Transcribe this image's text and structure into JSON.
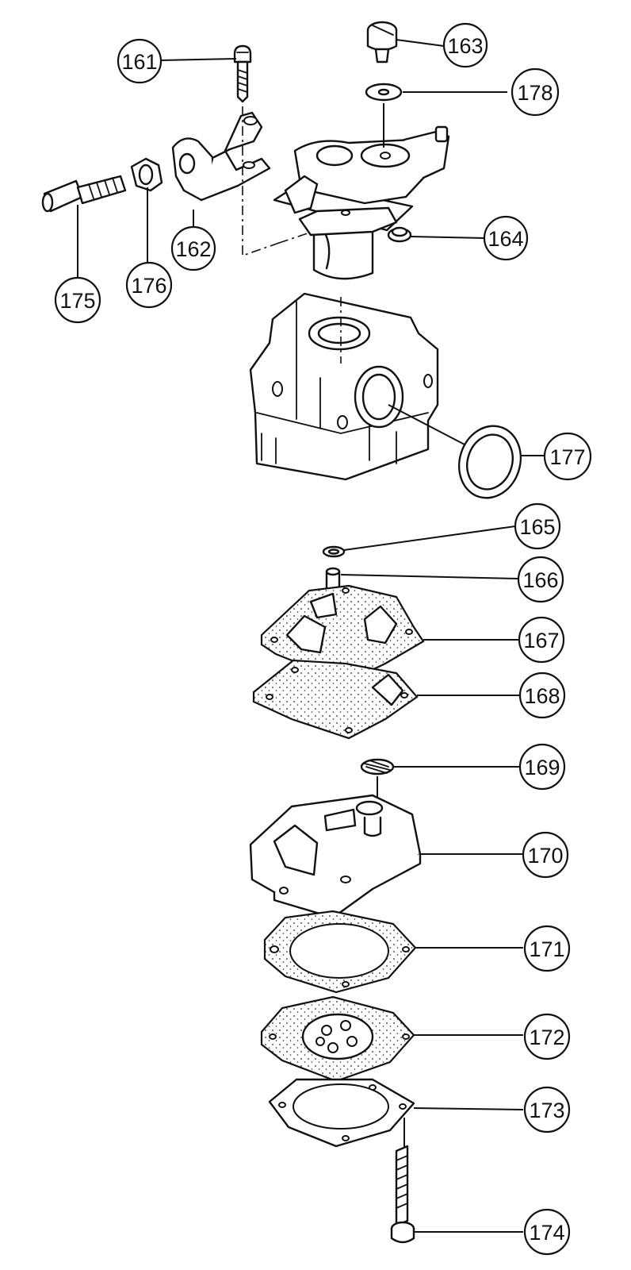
{
  "diagram": {
    "callouts": [
      {
        "id": "161",
        "label": "161"
      },
      {
        "id": "162",
        "label": "162"
      },
      {
        "id": "163",
        "label": "163"
      },
      {
        "id": "164",
        "label": "164"
      },
      {
        "id": "165",
        "label": "165"
      },
      {
        "id": "166",
        "label": "166"
      },
      {
        "id": "167",
        "label": "167"
      },
      {
        "id": "168",
        "label": "168"
      },
      {
        "id": "169",
        "label": "169"
      },
      {
        "id": "170",
        "label": "170"
      },
      {
        "id": "171",
        "label": "171"
      },
      {
        "id": "172",
        "label": "172"
      },
      {
        "id": "173",
        "label": "173"
      },
      {
        "id": "174",
        "label": "174"
      },
      {
        "id": "175",
        "label": "175"
      },
      {
        "id": "176",
        "label": "176"
      },
      {
        "id": "177",
        "label": "177"
      },
      {
        "id": "178",
        "label": "178"
      }
    ]
  }
}
